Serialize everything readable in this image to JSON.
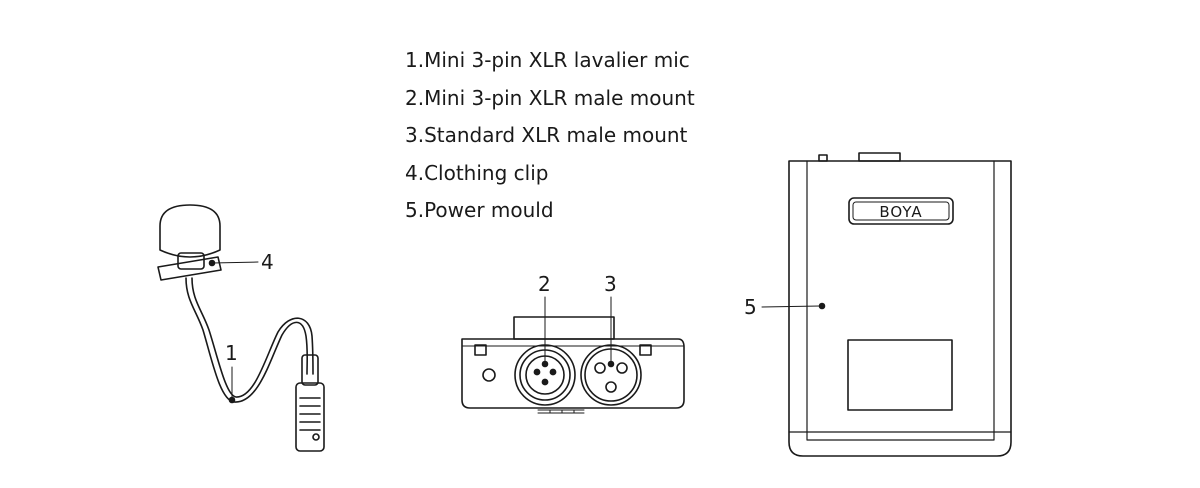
{
  "legend": {
    "items": [
      "1.Mini 3-pin XLR lavalier mic",
      "2.Mini 3-pin XLR male mount",
      "3.Standard XLR male mount",
      "4.Clothing clip",
      "5.Power mould"
    ]
  },
  "callouts": {
    "one": "1",
    "two": "2",
    "three": "3",
    "four": "4",
    "five": "5"
  },
  "brand_label": "BOYA",
  "colors": {
    "line": "#1a1a1a",
    "background": "#ffffff"
  }
}
